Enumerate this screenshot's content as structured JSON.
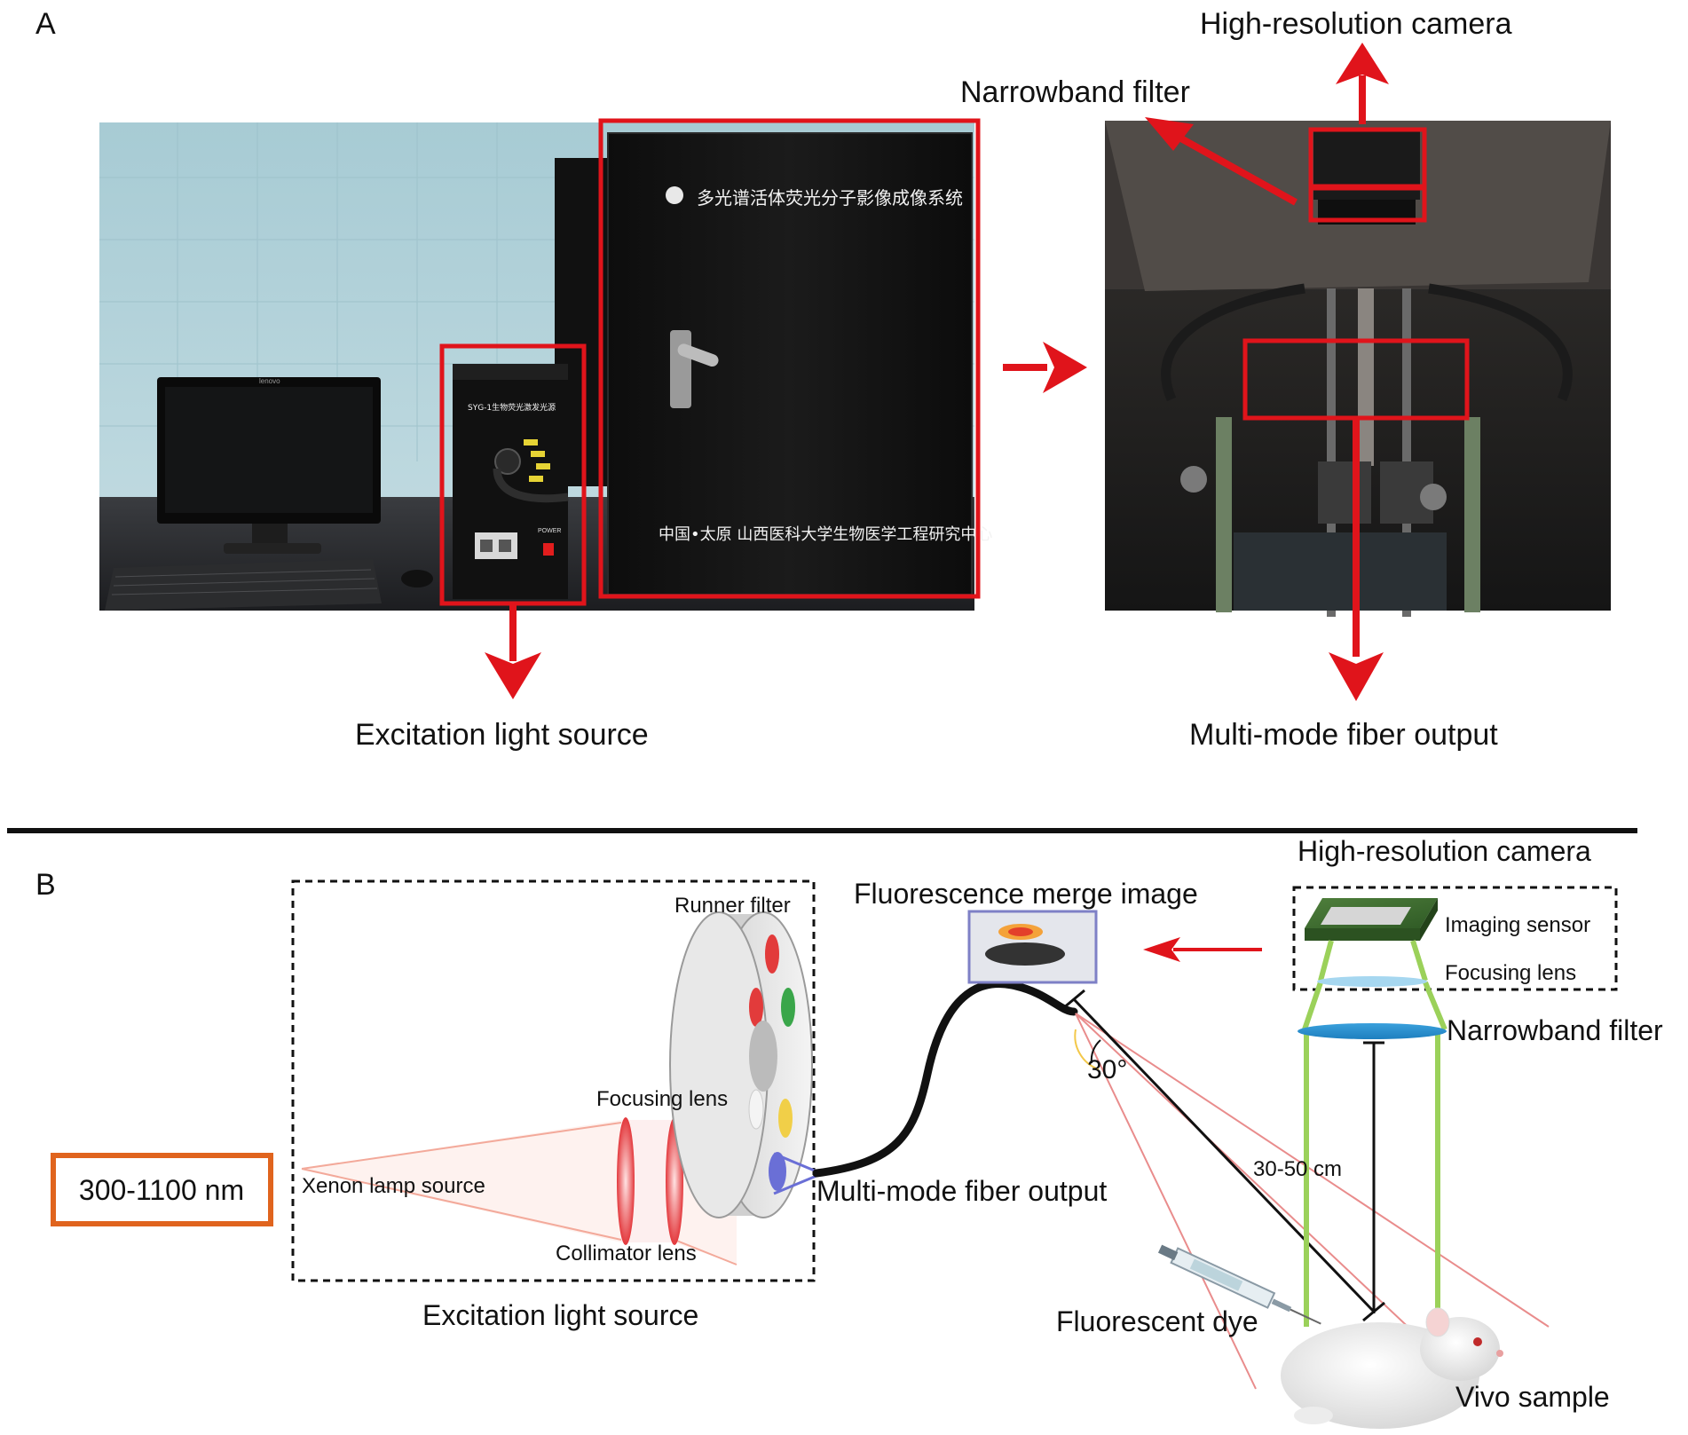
{
  "panel_a": {
    "letter": "A",
    "label_camera": "High-resolution camera",
    "label_filter": "Narrowband filter",
    "label_excitation": "Excitation light source",
    "label_fiber": "Multi-mode fiber output",
    "cabinet_title": "多光谱活体荧光分子影像成像系统",
    "cabinet_footer": "中国•太原  山西医科大学生物医学工程研究中心",
    "box_model": "SYG-1生物荧光激发光源",
    "monitor_brand": "lenovo",
    "box_power": "POWER"
  },
  "panel_b": {
    "letter": "B",
    "label_range": "300-1100 nm",
    "label_xenon": "Xenon lamp source",
    "label_runner": "Runner filter",
    "label_focus_lens": "Focusing lens",
    "label_collimator": "Collimator lens",
    "label_excitation": "Excitation light source",
    "label_fiber": "Multi-mode fiber output",
    "label_merge": "Fluorescence merge image",
    "label_camera": "High-resolution camera",
    "label_sensor": "Imaging sensor",
    "label_cam_focus": "Focusing lens",
    "label_narrowband": "Narrowband filter",
    "label_angle": "30°",
    "label_distance": "30-50 cm",
    "label_dye": "Fluorescent dye",
    "label_sample": "Vivo sample"
  },
  "colors": {
    "accent_red": "#e0141b",
    "range_box": "#e0641e",
    "fiber": "#111111",
    "green_beam": "#9bd15a"
  }
}
